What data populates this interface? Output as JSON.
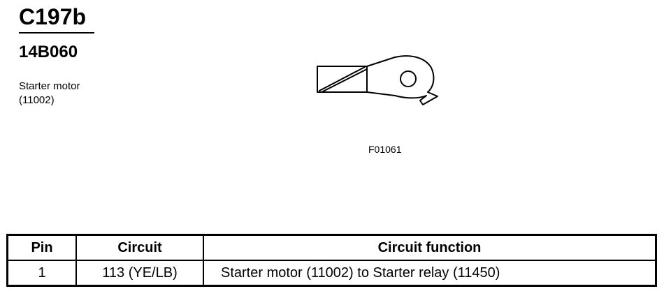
{
  "connector": {
    "id": "C197b",
    "part_number": "14B060",
    "description": [
      "Starter motor",
      "(11002)"
    ]
  },
  "figure": {
    "reference": "F01061",
    "icon": "ring-terminal-icon"
  },
  "pin_table": {
    "headers": [
      "Pin",
      "Circuit",
      "Circuit function"
    ],
    "rows": [
      {
        "pin": "1",
        "circuit": "113 (YE/LB)",
        "function": "Starter motor (11002) to Starter relay (11450)"
      }
    ]
  }
}
